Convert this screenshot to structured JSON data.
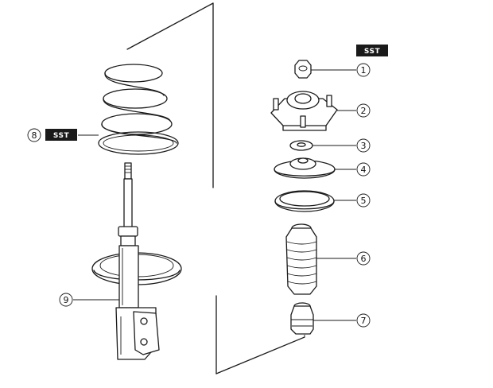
{
  "tags": {
    "sst_top": "SST",
    "sst_spring": "SST"
  },
  "callouts": {
    "c1": "1",
    "c2": "2",
    "c3": "3",
    "c4": "4",
    "c5": "5",
    "c6": "6",
    "c7": "7",
    "c8": "8",
    "c9": "9"
  },
  "colors": {
    "line": "#1a1a1a",
    "tag_bg": "#1a1a1a",
    "tag_text": "#ffffff",
    "background": "#ffffff"
  }
}
